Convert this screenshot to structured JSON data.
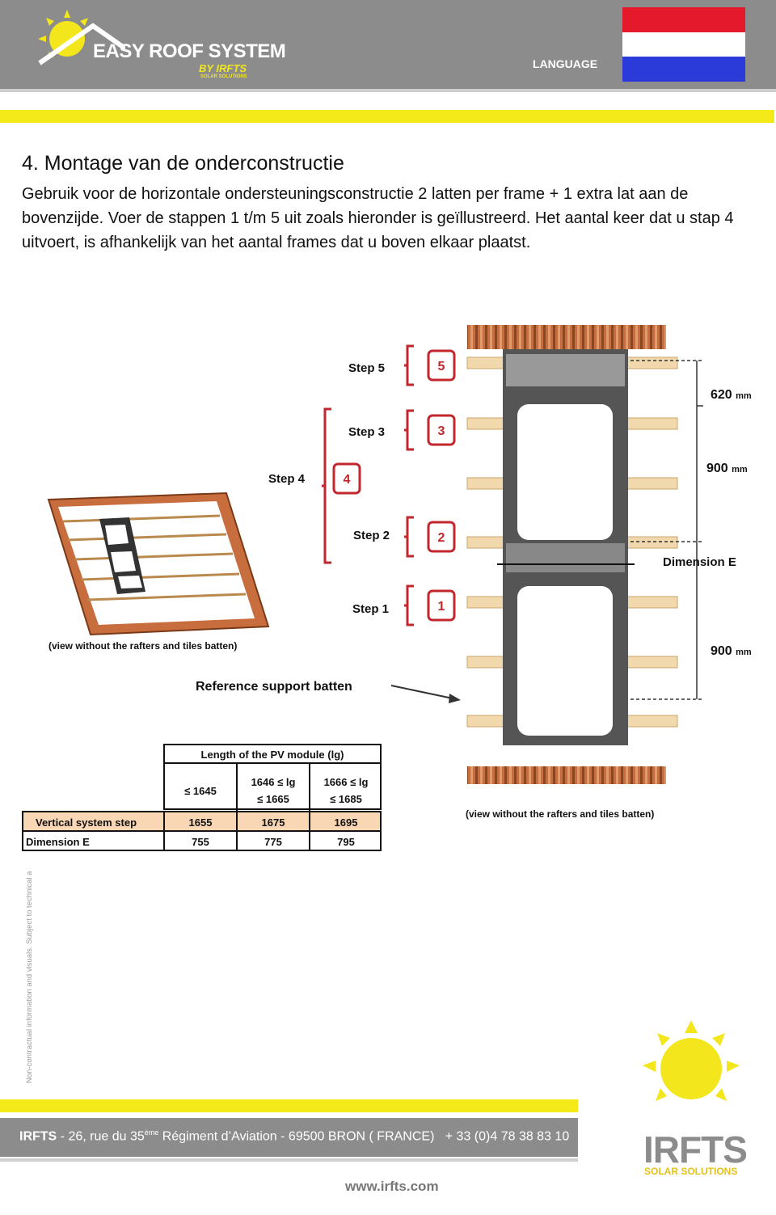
{
  "header": {
    "brand_title": "EASY ROOF SYSTEM",
    "brand_by": "BY IRFTS",
    "brand_tagline": "SOLAR SOLUTIONS",
    "language_label": "LANGUAGE",
    "flag_colors": [
      "#e4192c",
      "#ffffff",
      "#2a3bd9"
    ]
  },
  "content": {
    "heading": "4. Montage van de onderconstructie",
    "intro": "Gebruik voor de horizontale ondersteuningsconstructie 2 latten per frame + 1 extra lat aan de bovenzijde. Voer de stappen 1 t/m 5 uit zoals hieronder is geïllustreerd. Het aantal keer dat u stap 4 uitvoert, is afhankelijk van het aantal frames dat u boven elkaar plaatst."
  },
  "diagram": {
    "steps": [
      {
        "label": "Step 5",
        "num": "5"
      },
      {
        "label": "Step 3",
        "num": "3"
      },
      {
        "label": "Step 4",
        "num": "4"
      },
      {
        "label": "Step 2",
        "num": "2"
      },
      {
        "label": "Step 1",
        "num": "1"
      }
    ],
    "dimensions": {
      "top": "620",
      "middle": "900",
      "bottom": "900",
      "unit": "mm",
      "dimension_e": "Dimension E"
    },
    "reference_label": "Reference support batten",
    "view_note_left": "(view without the rafters and tiles batten)",
    "view_note_right": "(view without the rafters and tiles batten)",
    "table": {
      "group_header": "Length of the PV module (lg)",
      "columns": [
        {
          "line1": "≤ 1645",
          "line2": ""
        },
        {
          "line1": "1646 ≤ lg",
          "line2": "≤ 1665"
        },
        {
          "line1": "1666 ≤ lg",
          "line2": "≤ 1685"
        }
      ],
      "rows": [
        {
          "label": "Vertical system step",
          "values": [
            "1655",
            "1675",
            "1695"
          ]
        },
        {
          "label": "Dimension E",
          "values": [
            "755",
            "775",
            "795"
          ]
        }
      ]
    }
  },
  "footer": {
    "side_note": "Non-contractual information and visuals. Subject to technical a",
    "company": "IRFTS",
    "address_part1": " - 26, rue du 35",
    "address_sup": "ème",
    "address_part2": " Régiment d’Aviation - 69500 BRON ( FRANCE)",
    "phone": "+ 33 (0)4 78 38 83 10",
    "url": "www.irfts.com",
    "logo_word": "IRFTS",
    "logo_sub": "SOLAR SOLUTIONS"
  }
}
